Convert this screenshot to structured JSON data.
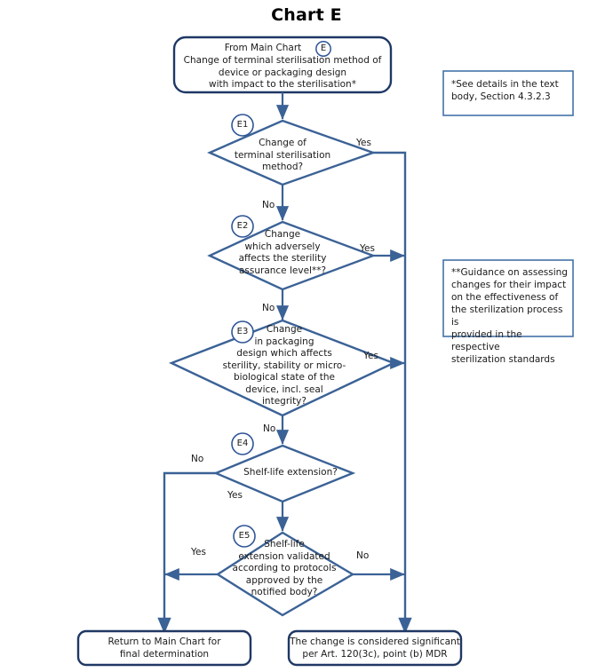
{
  "page": {
    "title": "Chart E",
    "colors": {
      "box_border": "#1F3864",
      "diamond_stroke": "#3B6296",
      "connector": "#3B6296",
      "note_border": "#4472A8",
      "badge_stroke": "#2F5597",
      "text": "#1a1a1a",
      "background": "#FFFFFF"
    }
  },
  "start_node": {
    "name": "start-terminator",
    "line1": "From Main Chart",
    "badge": "E",
    "line2": "Change of terminal sterilisation method of",
    "line3": "device or packaging design",
    "line4": "with impact to the sterilisation*"
  },
  "decisions": [
    {
      "id": "E1",
      "badge": "E1",
      "text": "Change of\nterminal sterilisation\nmethod?",
      "yes_label": "Yes",
      "no_label": "No",
      "yes_direction": "right",
      "no_direction": "down"
    },
    {
      "id": "E2",
      "badge": "E2",
      "text": "Change\nwhich adversely\naffects the sterility\nassurance level**?",
      "yes_label": "Yes",
      "no_label": "No",
      "yes_direction": "right",
      "no_direction": "down"
    },
    {
      "id": "E3",
      "badge": "E3",
      "text": "Change\nin packaging\ndesign which affects\nsterility, stability or micro-\nbiological state of the\ndevice, incl. seal\nintegrity?",
      "yes_label": "Yes",
      "no_label": "No",
      "yes_direction": "right",
      "no_direction": "down"
    },
    {
      "id": "E4",
      "badge": "E4",
      "text": "Shelf-life extension?",
      "yes_label": "Yes",
      "no_label": "No",
      "yes_direction": "down",
      "no_direction": "left"
    },
    {
      "id": "E5",
      "badge": "E5",
      "text": "Shelf-life\nextension validated\naccording to protocols\napproved by the\nnotified body?",
      "yes_label": "Yes",
      "no_label": "No",
      "yes_direction": "left",
      "no_direction": "right"
    }
  ],
  "notes": [
    {
      "id": "note-asterisk",
      "text": "*See details in the text\nbody, Section 4.3.2.3"
    },
    {
      "id": "note-double-asterisk",
      "text": "**Guidance on assessing\nchanges for their impact\non the effectiveness of\nthe sterilization process is\nprovided in the respective\nsterilization standards"
    }
  ],
  "outcomes": [
    {
      "id": "outcome-return",
      "line1": "Return to Main Chart for",
      "line2": "final determination"
    },
    {
      "id": "outcome-significant",
      "line1": "The change is considered significant",
      "line2": "per Art. 120(3c), point (b) MDR"
    }
  ]
}
